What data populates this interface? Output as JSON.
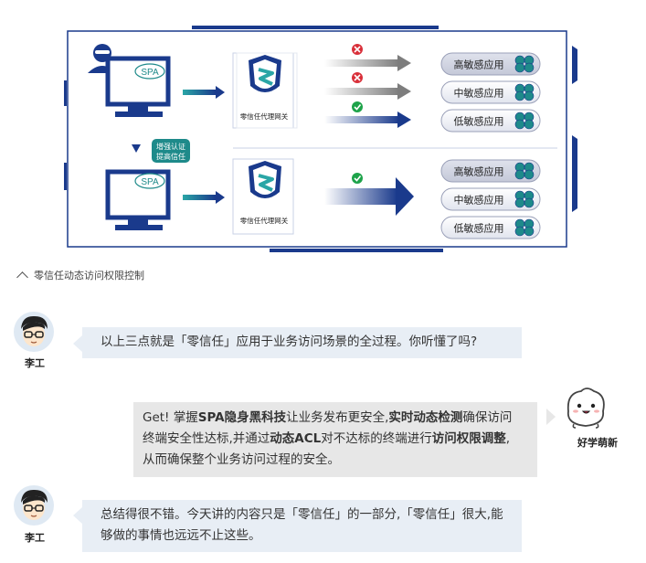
{
  "diagram": {
    "top": {
      "spa_label": "SPA",
      "gateway_label": "零信任代理网关",
      "targets": [
        "高敏感应用",
        "中敏感应用",
        "低敏感应用"
      ],
      "statuses": [
        "deny",
        "deny",
        "allow"
      ]
    },
    "middle_badge": [
      "增强认证",
      "提高信任"
    ],
    "bottom": {
      "spa_label": "SPA",
      "gateway_label": "零信任代理网关",
      "targets": [
        "高敏感应用",
        "中敏感应用",
        "低敏感应用"
      ],
      "statuses": [
        "allow"
      ]
    },
    "colors": {
      "navy": "#1a3a8c",
      "teal": "#1e8a8a",
      "gray_arrow": "#8c8c8c",
      "deny": "#d9303a",
      "allow": "#1ea34a"
    }
  },
  "caption": "零信任动态访问权限控制",
  "chat": [
    {
      "speaker": "李工",
      "side": "left",
      "text": "以上三点就是「零信任」应用于业务访问场景的全过程。你听懂了吗?"
    },
    {
      "speaker": "好学萌新",
      "side": "right",
      "parts": [
        {
          "t": "Get! 掌握",
          "b": false
        },
        {
          "t": "SPA隐身黑科技",
          "b": true
        },
        {
          "t": "让业务发布更安全,",
          "b": false
        },
        {
          "t": "实时动态检测",
          "b": true
        },
        {
          "t": "确保访问终端安全性达标,并通过",
          "b": false
        },
        {
          "t": "动态ACL",
          "b": true
        },
        {
          "t": "对不达标的终端进行",
          "b": false
        },
        {
          "t": "访问权限调整",
          "b": true
        },
        {
          "t": ",从而确保整个业务访问过程的安全。",
          "b": false
        }
      ]
    },
    {
      "speaker": "李工",
      "side": "left",
      "text": "总结得很不错。今天讲的内容只是「零信任」的一部分,「零信任」很大,能够做的事情也远远不止这些。"
    }
  ]
}
